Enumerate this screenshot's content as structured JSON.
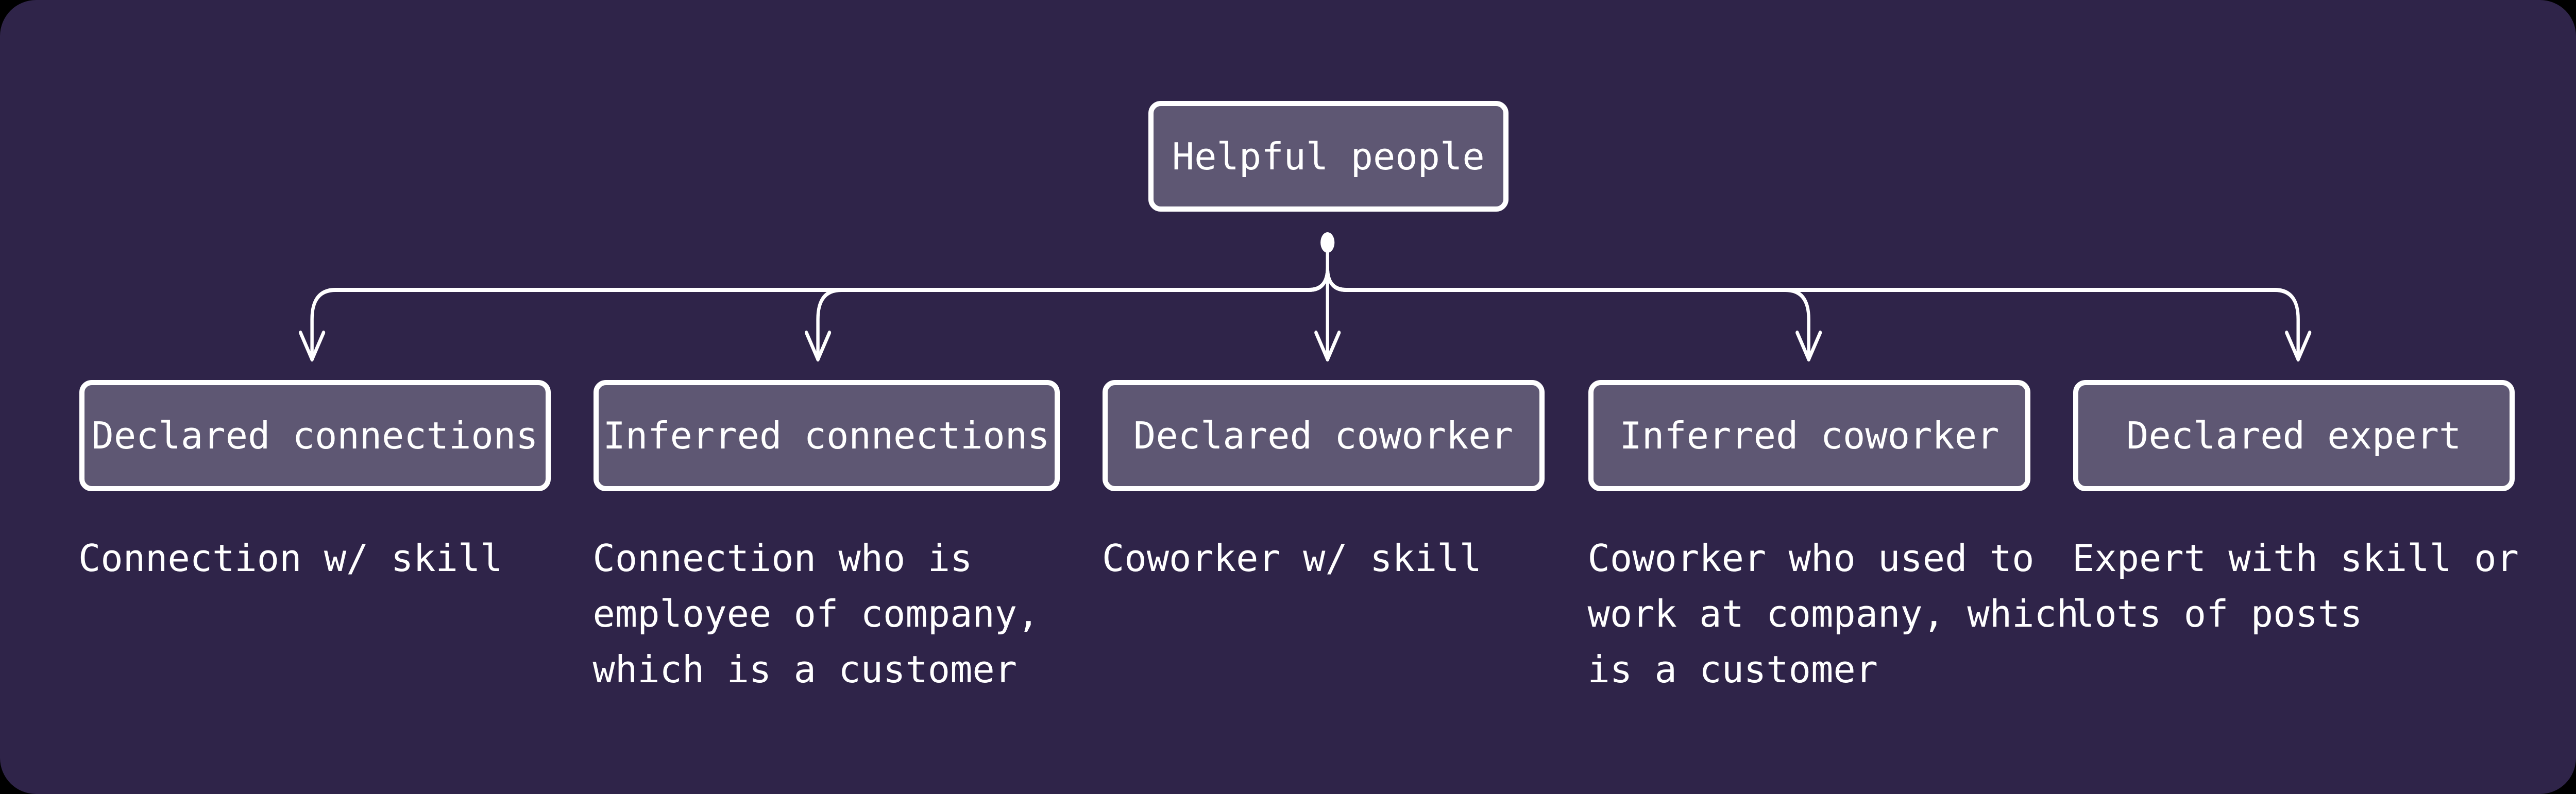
{
  "colors": {
    "background": "#2f2449",
    "node_fill": "#5e5773",
    "stroke": "#ffffff"
  },
  "root": {
    "label": "Helpful people"
  },
  "children": [
    {
      "label": "Declared connections",
      "description": "Connection w/ skill"
    },
    {
      "label": "Inferred connections",
      "description": "Connection who is\nemployee of company,\nwhich is a customer"
    },
    {
      "label": "Declared coworker",
      "description": "Coworker w/ skill"
    },
    {
      "label": "Inferred coworker",
      "description": "Coworker who used to\nwork at company, which\nis a customer"
    },
    {
      "label": "Declared expert",
      "description": "Expert with skill or\nlots of posts"
    }
  ]
}
